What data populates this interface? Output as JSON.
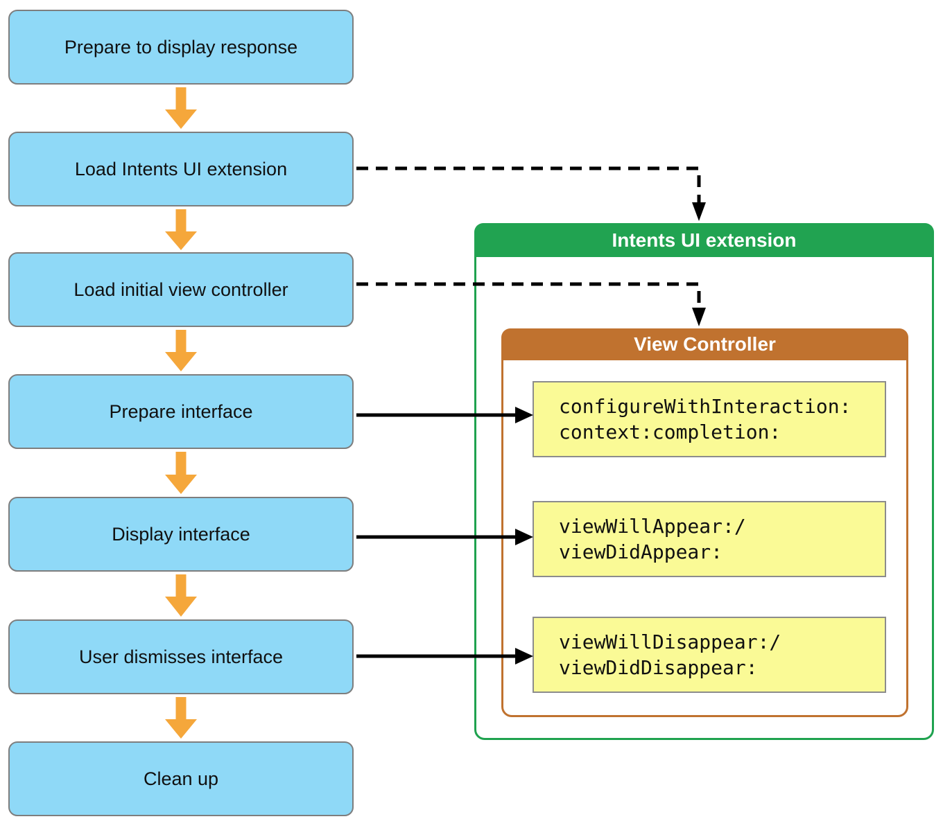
{
  "flow": {
    "steps": [
      "Prepare to display response",
      "Load Intents UI extension",
      "Load initial view controller",
      "Prepare interface",
      "Display interface",
      "User dismisses interface",
      "Clean up"
    ]
  },
  "extension_panel": {
    "title": "Intents UI extension",
    "view_controller": {
      "title": "View Controller",
      "methods": [
        {
          "line1": "configureWithInteraction:",
          "line2": "context:completion:"
        },
        {
          "line1": "viewWillAppear:/",
          "line2": "viewDidAppear:"
        },
        {
          "line1": "viewWillDisappear:/",
          "line2": "viewDidDisappear:"
        }
      ]
    }
  },
  "colors": {
    "step_fill": "#8FD9F7",
    "step_border": "#7E7E7E",
    "flow_arrow_orange": "#F5A73B",
    "extension_green": "#21A351",
    "controller_brown": "#C0722F",
    "method_fill": "#FAFA96",
    "method_border": "#8C8C8C",
    "connector_black": "#000000"
  }
}
